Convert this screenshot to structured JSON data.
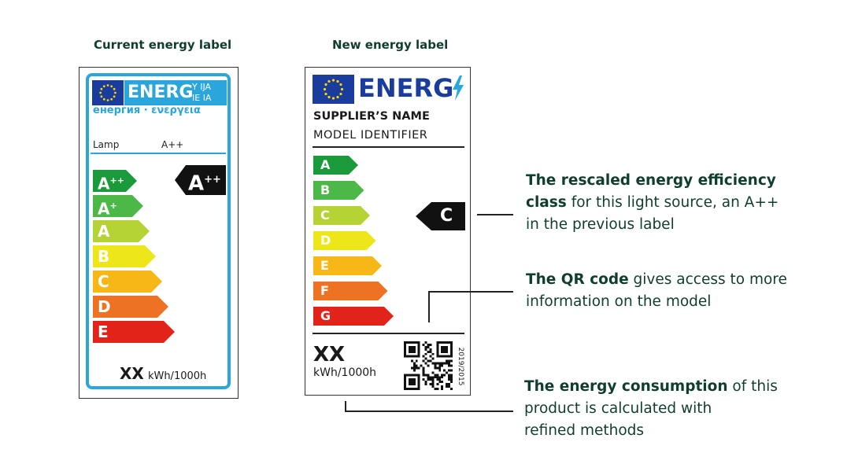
{
  "headings": {
    "current": "Current energy label",
    "new": "New energy label"
  },
  "current_label": {
    "energ_text": "ENERG",
    "energ_suffix_top": "Y IJA",
    "energ_suffix_bottom": "IE IA",
    "languages": "енергия · ενεργεια",
    "product": "Lamp",
    "product_class": "A++",
    "classes": [
      {
        "main": "A",
        "sup": "++",
        "color": "#1a9a3b"
      },
      {
        "main": "A",
        "sup": "+",
        "color": "#4cb848"
      },
      {
        "main": "A",
        "sup": "",
        "color": "#b5d334"
      },
      {
        "main": "B",
        "sup": "",
        "color": "#ede619"
      },
      {
        "main": "C",
        "sup": "",
        "color": "#f7b817"
      },
      {
        "main": "D",
        "sup": "",
        "color": "#ed7223"
      },
      {
        "main": "E",
        "sup": "",
        "color": "#e2231a"
      }
    ],
    "indicator_main": "A",
    "indicator_sup": "++",
    "consumption_value": "XX",
    "consumption_unit": "kWh/1000h"
  },
  "new_label": {
    "energ_text": "ENERG",
    "supplier": "SUPPLIER’S NAME",
    "model": "MODEL IDENTIFIER",
    "classes": [
      {
        "letter": "A",
        "color": "#1a9a3b"
      },
      {
        "letter": "B",
        "color": "#4cb848"
      },
      {
        "letter": "C",
        "color": "#b5d334"
      },
      {
        "letter": "D",
        "color": "#ede619"
      },
      {
        "letter": "E",
        "color": "#f7b817"
      },
      {
        "letter": "F",
        "color": "#ed7223"
      },
      {
        "letter": "G",
        "color": "#e2231a"
      }
    ],
    "indicator": "C",
    "consumption_value": "XX",
    "consumption_unit": "kWh/1000h",
    "regulation": "2019/2015"
  },
  "callouts": {
    "efficiency": {
      "line1_bold": "The rescaled energy efficiency",
      "line2_bold": "class",
      "line2_rest": " for this light source, an A++",
      "line3": "in the previous label"
    },
    "qr": {
      "line1_bold": "The QR code",
      "line1_rest": " gives access to more",
      "line2": "information on the model"
    },
    "consumption": {
      "line1_bold": "The energy consumption",
      "line1_rest": " of this",
      "line2": "product is calculated with",
      "line3": "refined methods"
    }
  },
  "colors": {
    "eu_blue": "#1a3c9c",
    "eu_star": "#ffd200",
    "accent_blue": "#2aa6dc",
    "text_green": "#0f3d2e"
  }
}
